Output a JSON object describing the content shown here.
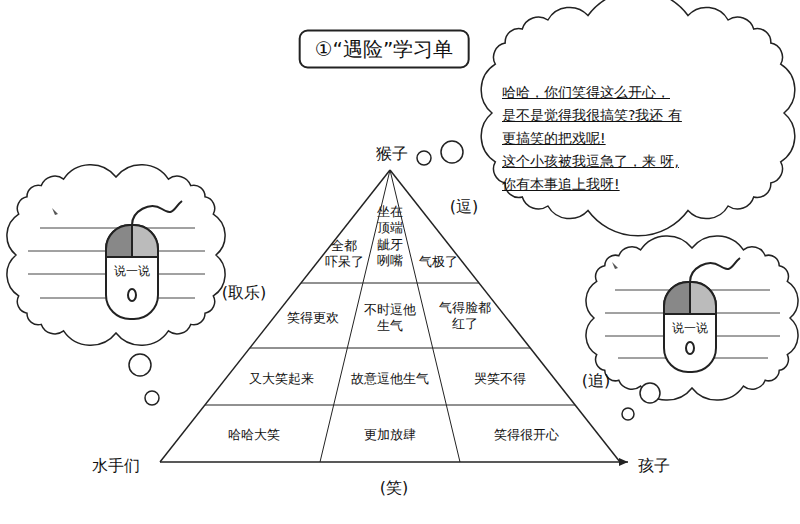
{
  "diagram": {
    "title": "①“遇险”学习单",
    "nodes": [
      {
        "text": [
          "哈哈，你们笑得这么开心， 是不是觉得我很搞笑?我还 有更搞笑的把戏呢!",
          "这个小孩被我逗急了，来 呀,你有本事追上我呀!"
        ]
      },
      {
        "text": [
          "说一说"
        ]
      },
      {
        "text": [
          "说一说"
        ]
      }
    ],
    "labels": [
      "猴子",
      "(逗)",
      "全都 吓呆了",
      "坐在 顶端 龇牙 咧嘴",
      "气极了",
      "(取乐)",
      "笑得更欢",
      "不时逗他 生气",
      "气得脸都 红了",
      "又大笑起来",
      "故意逗他生气",
      "哭笑不得",
      "(追)",
      "哈哈大笑",
      "更加放肆",
      "笑得很开心",
      "水手们",
      "孩子",
      "(笑)"
    ]
  }
}
